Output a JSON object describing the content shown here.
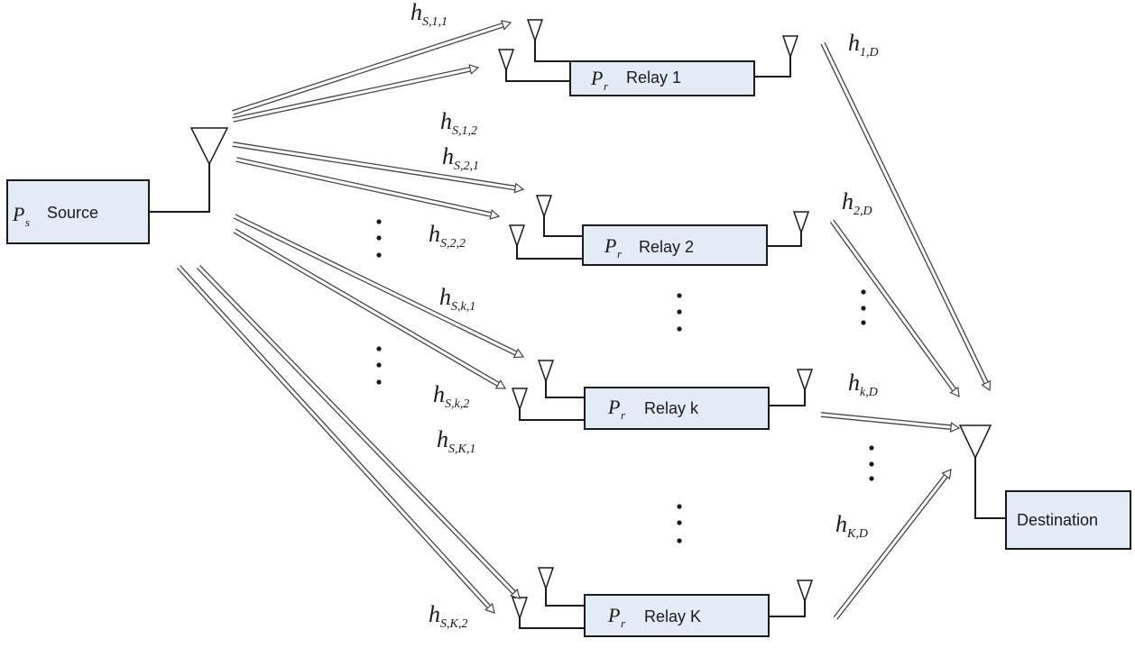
{
  "source": {
    "label": "Source",
    "power_symbol": "P",
    "power_sub": "s"
  },
  "relay_power": {
    "symbol": "P",
    "sub": "r"
  },
  "relays": [
    {
      "label": "Relay 1"
    },
    {
      "label": "Relay 2"
    },
    {
      "label": "Relay k"
    },
    {
      "label": "Relay K"
    }
  ],
  "destination": {
    "label": "Destination"
  },
  "channels": {
    "source_relay": [
      {
        "h": "h",
        "sub": "S,1,1"
      },
      {
        "h": "h",
        "sub": "S,1,2"
      },
      {
        "h": "h",
        "sub": "S,2,1"
      },
      {
        "h": "h",
        "sub": "S,2,2"
      },
      {
        "h": "h",
        "sub": "S,k,1"
      },
      {
        "h": "h",
        "sub": "S,k,2"
      },
      {
        "h": "h",
        "sub": "S,K,1"
      },
      {
        "h": "h",
        "sub": "S,K,2"
      }
    ],
    "relay_destination": [
      {
        "h": "h",
        "sub": "1,D"
      },
      {
        "h": "h",
        "sub": "2,D"
      },
      {
        "h": "h",
        "sub": "k,D"
      },
      {
        "h": "h",
        "sub": "K,D"
      }
    ]
  }
}
